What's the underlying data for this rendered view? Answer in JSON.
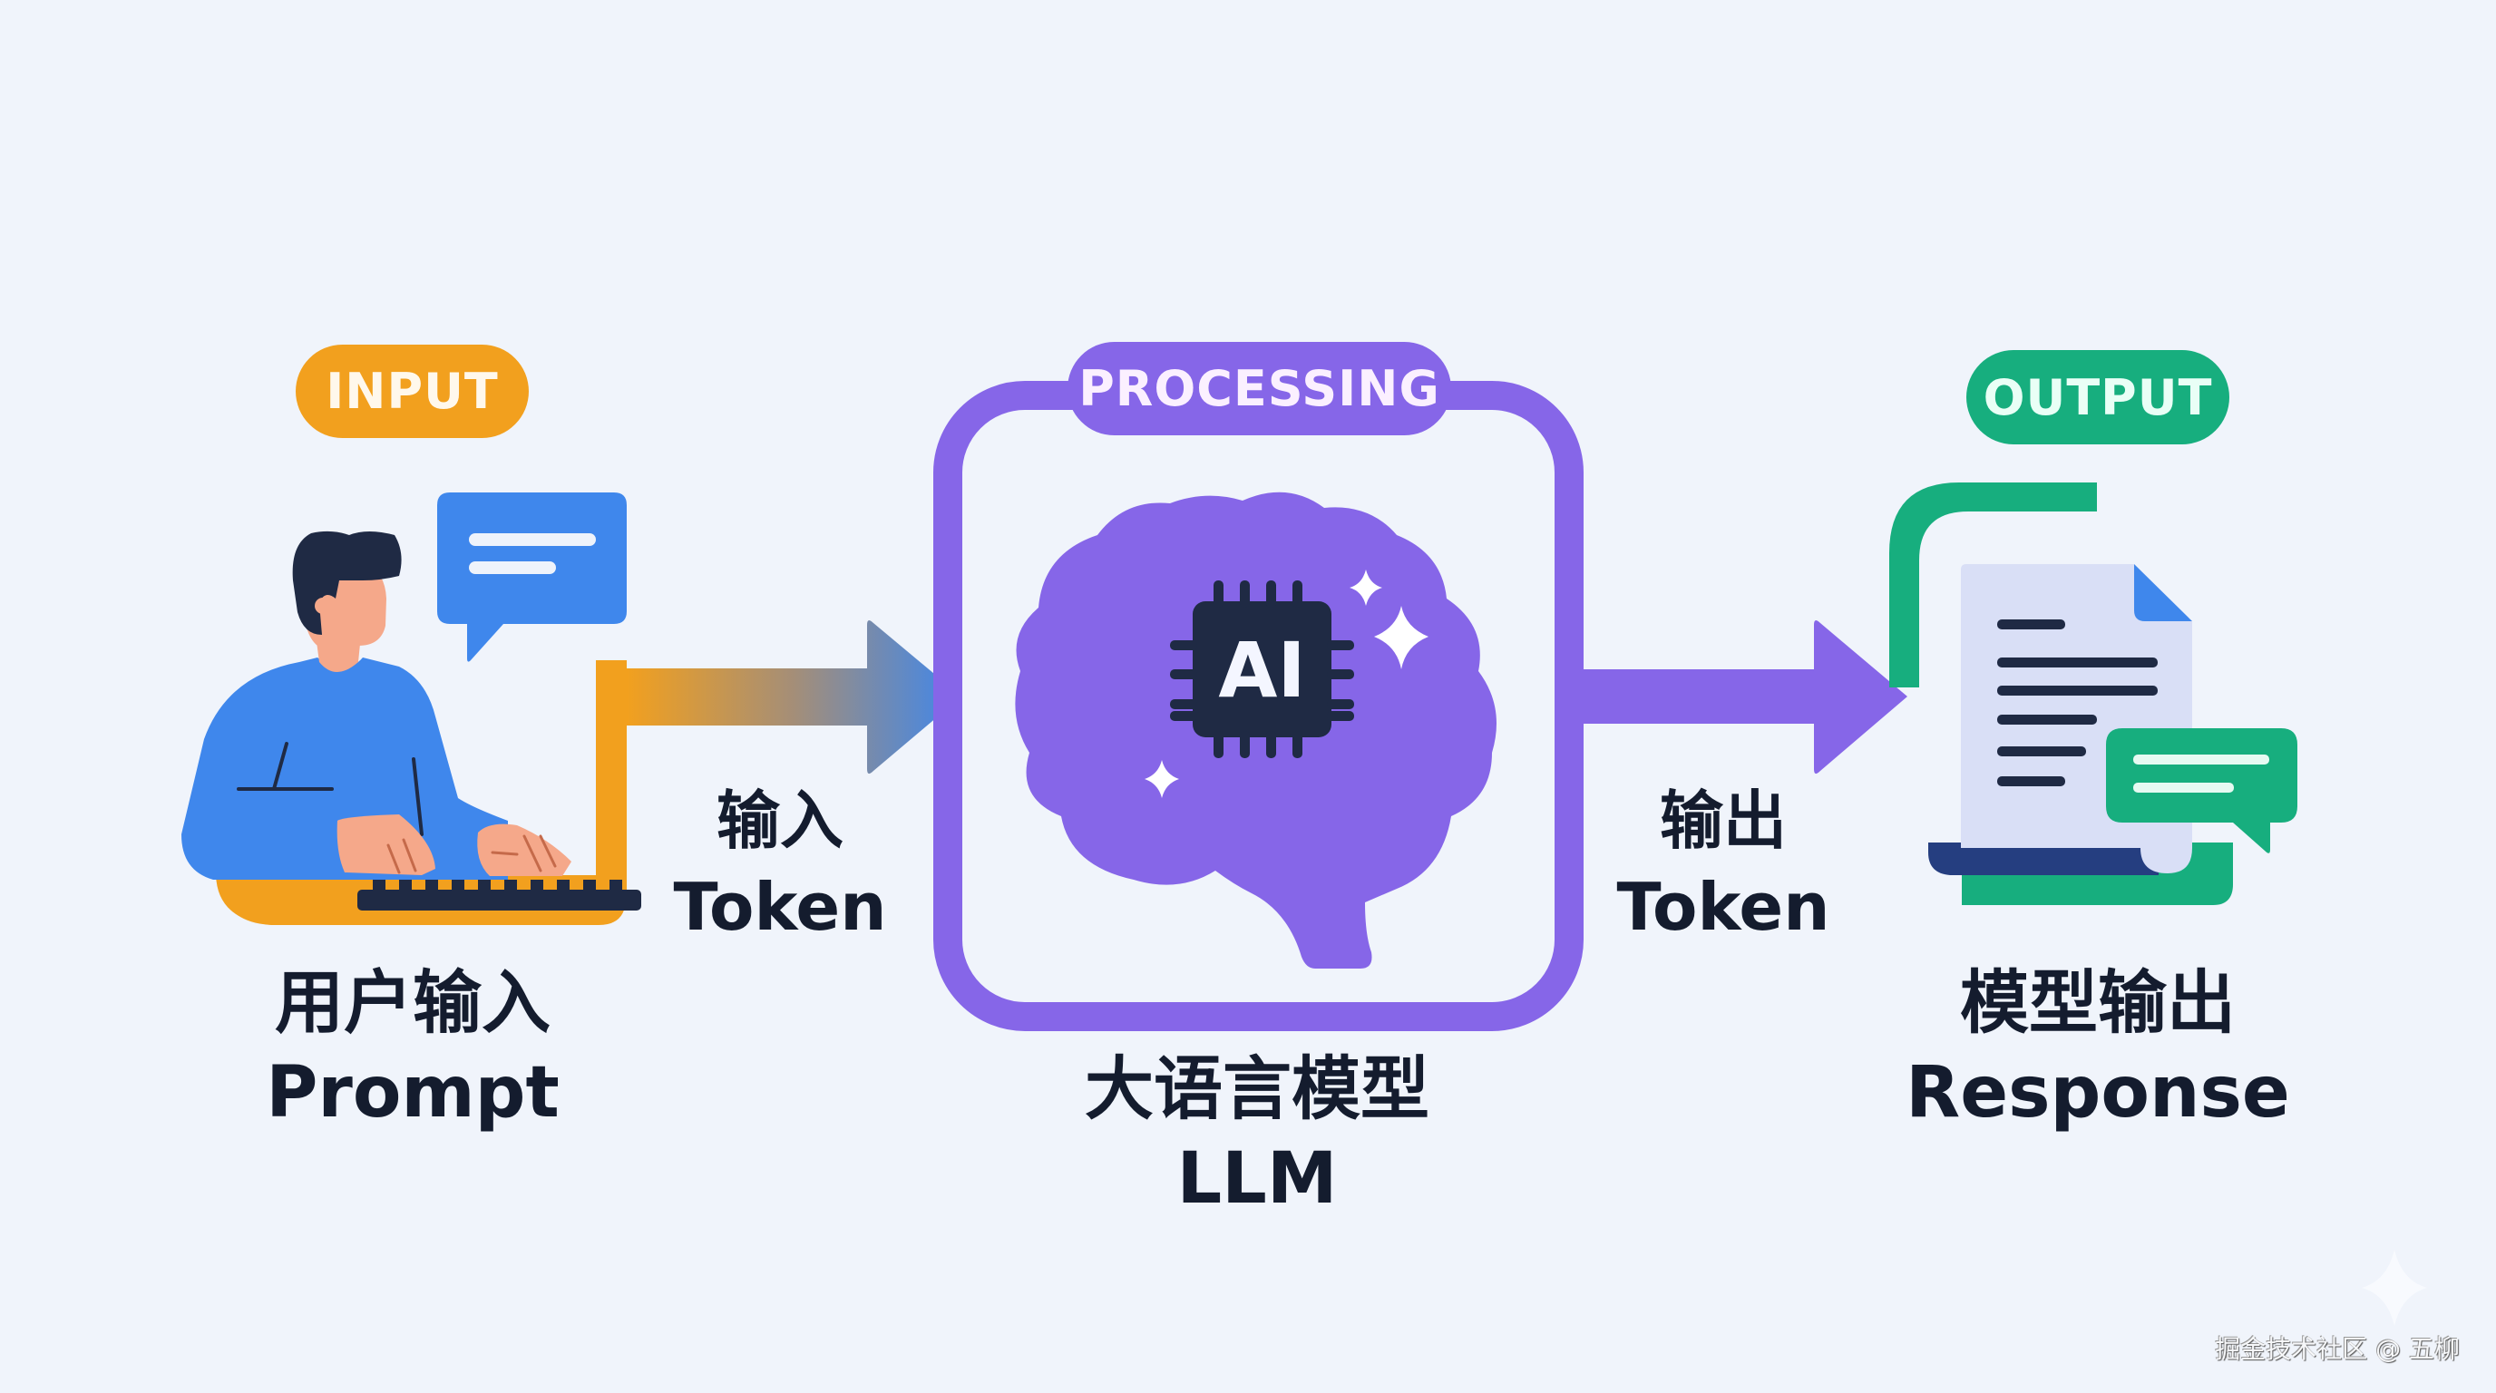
{
  "stages": {
    "input": {
      "badge": "INPUT",
      "title_zh": "用户输入",
      "title_en": "Prompt",
      "color": "#F2A01E"
    },
    "processing": {
      "badge": "PROCESSING",
      "title_zh": "大语言模型",
      "title_en": "LLM",
      "chip_text": "AI",
      "color": "#8666E8"
    },
    "output": {
      "badge": "OUTPUT",
      "title_zh": "模型输出",
      "title_en": "Response",
      "color": "#17AE7E"
    }
  },
  "flows": {
    "input_to_processing": {
      "label_zh": "输入",
      "label_en": "Token",
      "gradient_from": "#F2A01E",
      "gradient_to": "#3F87EC"
    },
    "processing_to_output": {
      "label_zh": "输出",
      "label_en": "Token",
      "color": "#8666E8"
    }
  },
  "icons": {
    "user": "person-typing-icon",
    "input_bubble": "speech-bubble-icon",
    "brain": "brain-icon",
    "chip": "ai-chip-icon",
    "document": "document-icon",
    "output_bubble": "chat-bubble-icon",
    "sparkle": "sparkle-icon"
  },
  "colors": {
    "background": "#F0F4FB",
    "text_dark": "#141C2E",
    "navy": "#1F2A44",
    "blue": "#3F87EC"
  },
  "watermark": "掘金技术社区 @ 五柳"
}
